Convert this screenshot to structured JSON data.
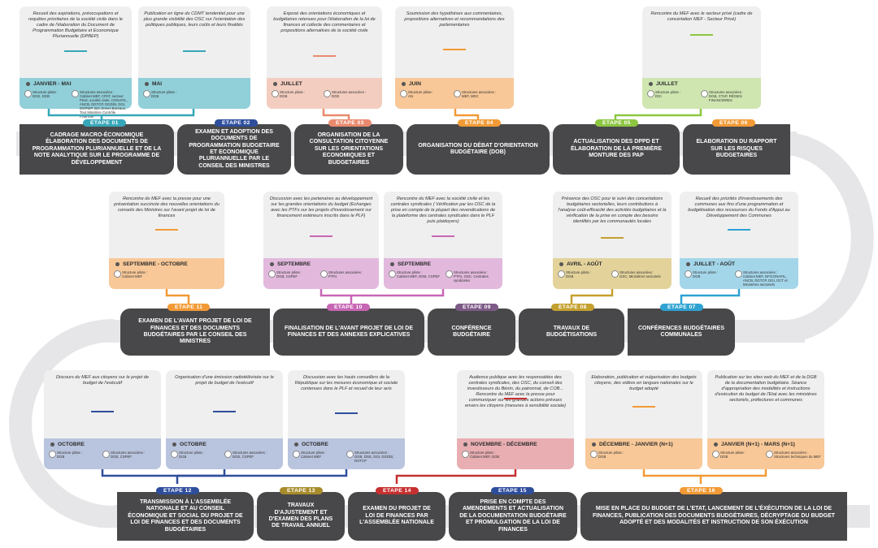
{
  "colors": {
    "teal": "#37a6b8",
    "navy": "#2e4e9c",
    "orange": "#f29a36",
    "salmon": "#e98a6e",
    "green": "#8cc641",
    "pink": "#c766b3",
    "purple": "#7d5a86",
    "olive": "#c4a02e",
    "sky": "#2ea2d2",
    "red": "#c63030",
    "darkgold": "#a88c2c"
  },
  "steps": [
    {
      "tag": "ETAPE 01",
      "title": "CADRAGE MACRO-ÉCONOMIQUE ÉLABORATION DES DOCUMENTS DE PROGRAMMATION PLURIANNUELLE ET DE LA NOTE ANALYTIQUE SUR LE PROGRAMME DE DÉVELOPPEMENT"
    },
    {
      "tag": "ETAPE 02",
      "title": "EXAMEN ET ADOPTION DES DOCUMENTS DE PROGRAMMATION BUDGETAIRE ET ECONOMIQUE PLURIANNUELLE PAR LE CONSEIL DES MINISTRES"
    },
    {
      "tag": "ETAPE 03",
      "title": "ORGANISATION DE LA CONSULTATION CITOYENNE SUR LES ORIENTATIONS ECONOMIQUES ET BUDGETAIRES"
    },
    {
      "tag": "ETAPE 04",
      "title": "ORGANISATION DU DÉBAT D'ORIENTATION BUDGÉTAIRE (DOB)"
    },
    {
      "tag": "ETAPE 05",
      "title": "ACTUALISATION DES DPPD ET ÉLABORATION DE LA PREMIÈRE MONTURE DES PAP"
    },
    {
      "tag": "ETAPE 06",
      "title": "ELABORATION DU RAPPORT SUR LES RISQUES BUDGETAIRES"
    },
    {
      "tag": "ETAPE 07",
      "title": "CONFÉRENCES BUDGÉTAIRES COMMUNALES"
    },
    {
      "tag": "ETAPE 08",
      "title": "TRAVAUX DE BUDGÉTISATIONS"
    },
    {
      "tag": "ETAPE 09",
      "title": "CONFÉRENCE BUDGÉTAIRE"
    },
    {
      "tag": "ETAPE 10",
      "title": "FINALISATION DE L'AVANT PROJET DE LOI DE FINANCES ET DES ANNEXES EXPLICATIVES"
    },
    {
      "tag": "ETAPE 11",
      "title": "EXAMEN DE L'AVANT PROJET DE LOI DE FINANCES ET DES DOCUMENTS BUDGÉTAIRES PAR LE CONSEIL DES MINISTRES"
    },
    {
      "tag": "ETAPE 12",
      "title": "TRANSMISSION À L'ASSEMBLÉE NATIONALE ET AU CONSEIL ÉCONOMIQUE ET SOCIAL DU PROJET DE LOI DE FINANCES ET DES DOCUMENTS BUDGÉTAIRES"
    },
    {
      "tag": "ETAPE 13",
      "title": "TRAVAUX D'AJUSTEMENT ET D'EXAMEN DES PLANS DE TRAVAIL ANNUEL"
    },
    {
      "tag": "ETAPE 14",
      "title": "EXAMEN DU PROJET DE LOI DE FINANCES PAR L'ASSEMBLÉE NATIONALE"
    },
    {
      "tag": "ETAPE 15",
      "title": "PRISE EN COMPTE DES AMENDEMENTS ET ACTUALISATION DE LA DOCUMENTATION BUDGÉTAIRE ET PROMULGATION DE LA LOI DE FINANCES"
    },
    {
      "tag": "ETAPE 16",
      "title": "MISE EN PLACE DU BUDGET DE L'ETAT, LANCEMENT DE L'ÉXÉCUTION DE LA LOI DE FINANCES, PUBLICATION DES DOCUMENTS BUDGÉTAIRES, DÉCRYPTAGE DU BUDGET ADOPTÉ ET DES MODALITÉS ET INSTRUCTION DE SON ÉXÉCUTION"
    }
  ],
  "cards": [
    {
      "desc": "Recueil des aspirations, préoccupations et requêtes prioritaires de la société civile dans le cadre de l'élaboration du Document de Programmation Budgétaire et Economique Pluriannuelle (DPBEP)",
      "period": "JANVIER - MAI",
      "pilot_label": "Structure pilote :",
      "pilot": "DGE, DGB",
      "assoc_label": "Structures associées :",
      "assoc": "Cabinet MEF, CPAT, secteur Privé, société civile, CONAFIL, ANCB, DGTCP, DGDDI, DGI, DGPSIP, Bcn Zones Bureaux, Tout Ministère Contrôle Financier"
    },
    {
      "desc": "Publication en ligne du CDMT tendentiel pour une plus grande visibilité des OSC sur l'orientation des politiques publiques, leurs coûts et leurs finalités",
      "period": "MAI",
      "pilot_label": "Structure pilote :",
      "pilot": "DGB",
      "assoc_label": "",
      "assoc": ""
    },
    {
      "desc": "Exposé des orientations économiques et budgétaires retenues pour l'élaboration de la loi de finances et collecte des commentaires et propositions alternatives de la société civile",
      "period": "JUILLET",
      "pilot_label": "Structure pilote :",
      "pilot": "DGB",
      "assoc_label": "Structures associées :",
      "assoc": "DGE"
    },
    {
      "desc": "Soumission des hypothèses aux commentaires, propositions alternatives et recommandations des parlementaires",
      "period": "JUIN",
      "pilot_label": "Structure pilote :",
      "pilot": "AN",
      "assoc_label": "Structures associées :",
      "assoc": "MEF, MDC"
    },
    {
      "desc": "Rencontre du MEF avec le secteur privé (cadre de concertation MEF - Secteur Privé)",
      "period": "JUILLET",
      "pilot_label": "Structure pilote :",
      "pilot": "DGI",
      "assoc_label": "Structures associées :",
      "assoc": "DGB, CTAP, RÉGIES FINANCIÈRES"
    },
    {
      "desc": "Rencontre du MEF avec la presse pour une présentation succincte des nouvelles orientations du conseils des Ministres sur l'avant projet de loi de finances",
      "period": "SEPTEMBRE - OCTOBRE",
      "pilot_label": "Structure pilote :",
      "pilot": "Cabinet MEF",
      "assoc_label": "",
      "assoc": ""
    },
    {
      "desc": "Discussion avec les partenaires au développement sur les grandes orientations du budget (Echanges avec les PTFs sur les projets d'investissement sur financement extérieurs inscrits dans le PLF)",
      "period": "SEPTEMBRE",
      "pilot_label": "Structure pilote :",
      "pilot": "DGB, CSPEF",
      "assoc_label": "Structures associées :",
      "assoc": "PTFs"
    },
    {
      "desc": "Rencontre du MEF avec la société civile et les centrales syndicales ( Vérification par les OSC de la prise en compte de la plupart des revendications de la plateforme des centrales syndicales dans le PLF puis plaidoyers)",
      "period": "SEPTEMBRE",
      "pilot_label": "Structure pilote :",
      "pilot": "Cabinet MEF, DGB, CSPEF",
      "assoc_label": "Structures associées :",
      "assoc": "PTFs, OSC, Centrales syndicales"
    },
    {
      "desc": "Présence des OSC pour le suivi des concertations budgétaires sectorielles, leurs contributions à l'analyse coût-efficacité des activités budgétaires et la vérification de la prise en compte des besoins identifiés par les communautés locales",
      "period": "AVRIL - AOÛT",
      "pilot_label": "Structure pilote :",
      "pilot": "DGB",
      "assoc_label": "Structures associées :",
      "assoc": "OSC, Ministères sectoriels"
    },
    {
      "desc": "Recueil des priorités d'investissements des communes aux fins d'une programmation et budgétisation des ressources du Fonds d'Appui au Développement des Communes",
      "period": "JUILLET - AOÛT",
      "pilot_label": "Structure pilote :",
      "pilot": "DGB",
      "assoc_label": "Structures associées :",
      "assoc": "Cabinet MEF, DF/CONAFIL, ANCB, DGTCP, DGI, DCT et Ministères sectoriels"
    },
    {
      "desc": "Discours du MEF aux citoyens sur le projet de budget de l'exécutif",
      "period": "OCTOBRE",
      "pilot_label": "Structure pilote :",
      "pilot": "DGB",
      "assoc_label": "Structures associées :",
      "assoc": "DGE, CSPEF"
    },
    {
      "desc": "Organisation d'une émission radiotélévisée sur le projet de budget de l'exécutif",
      "period": "OCTOBRE",
      "pilot_label": "Structure pilote :",
      "pilot": "DGB",
      "assoc_label": "Structures associées :",
      "assoc": "DGE, CSPEF"
    },
    {
      "desc": "Discussion avec les hauts conseillers de la République sur les mesures économique et sociale contenues dans le PLF et recueil de leur avis",
      "period": "OCTOBRE",
      "pilot_label": "Structure pilote :",
      "pilot": "Cabinet MEF",
      "assoc_label": "Structures associées :",
      "assoc": "DGB, DGE, DGI, DGDDI, DGTCP"
    },
    {
      "desc": "Audience publique avec les responsables des centrales syndicales, des OSC, du conseil des investisseurs du Bénin, du patronnat, de COB... Rencontre du MEF avec la presse pour communiquer sur les grandes actions prévues envers les citoyens (mesures à sensibilité sociale)",
      "period": "NOVEMBRE - DÉCEMBRE",
      "pilot_label": "Structure pilote :",
      "pilot": "Cabinet MEF, DGB",
      "assoc_label": "",
      "assoc": ""
    },
    {
      "desc": "Elaboration, publication et vulgarisation des budgets citoyens, des vidéos en langues nationales sur le budget adopté",
      "period": "DÉCEMBRE - JANVIER (N+1)",
      "pilot_label": "Structure pilote :",
      "pilot": "DGB",
      "assoc_label": "",
      "assoc": ""
    },
    {
      "desc": "Publication sur les sites web du MEF et de la DGB de la documentation budgétaire. Séance d'appropriation des modalités et instructions d'exécution du budget de l'Etat avec les ministères sectoriels, préfectures et communes",
      "period": "JANVIER (N+1) - MARS (N+1)",
      "pilot_label": "Structure pilote :",
      "pilot": "DGB",
      "assoc_label": "Structures associées :",
      "assoc": "Structures techniques du MEF"
    }
  ]
}
